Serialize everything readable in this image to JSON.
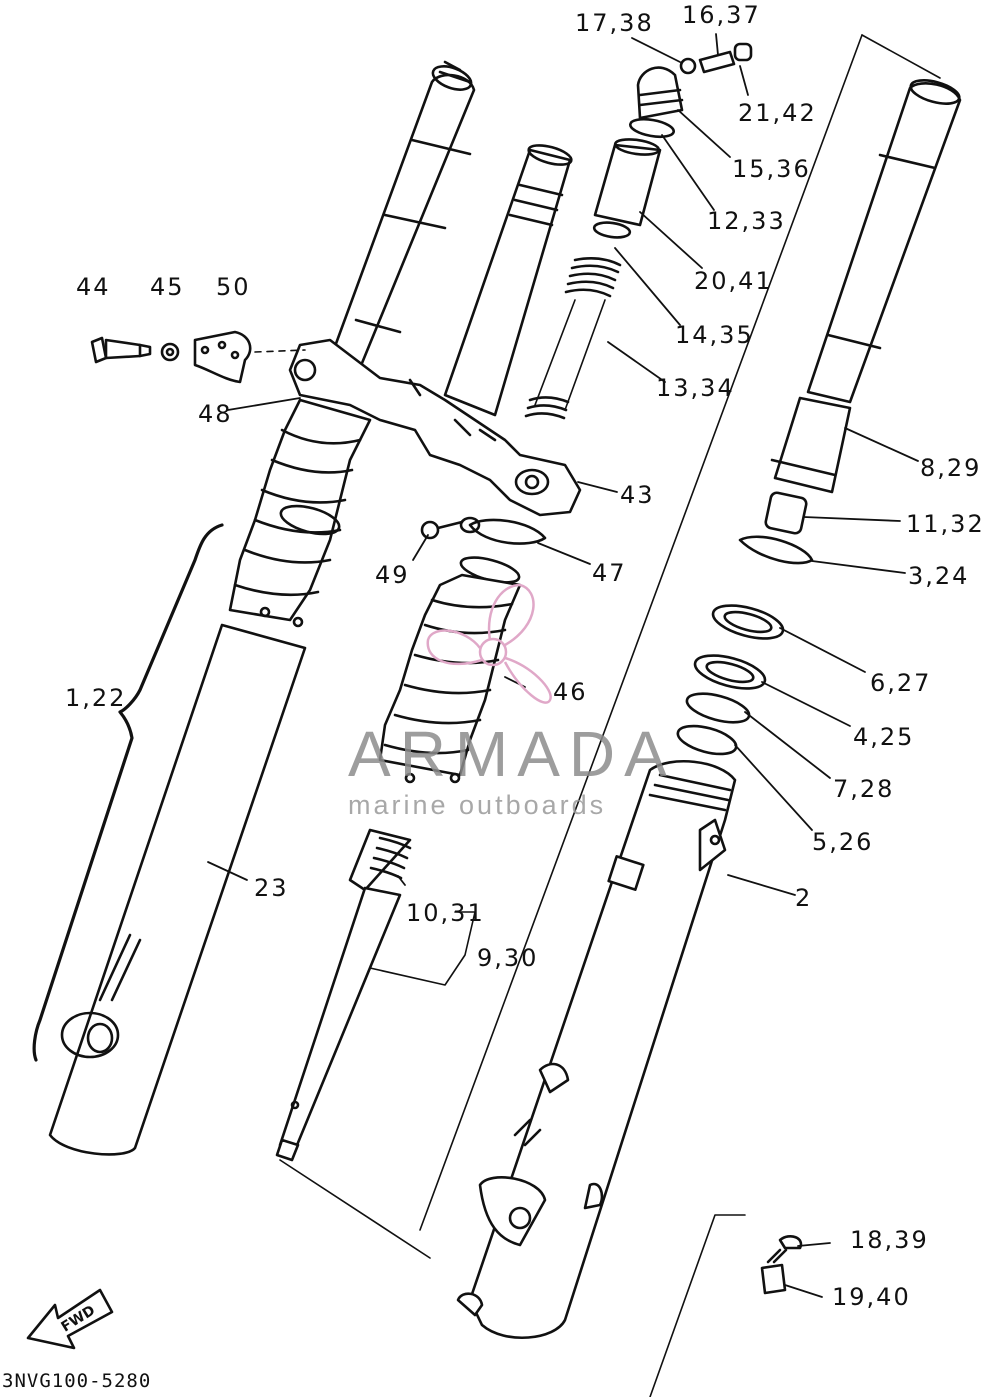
{
  "diagram": {
    "part_labels": {
      "p17_38": "17,38",
      "p16_37": "16,37",
      "p21_42": "21,42",
      "p15_36": "15,36",
      "p12_33": "12,33",
      "p20_41": "20,41",
      "p14_35": "14,35",
      "p13_34": "13,34",
      "p44": "44",
      "p45": "45",
      "p50": "50",
      "p48": "48",
      "p43": "43",
      "p8_29": "8,29",
      "p11_32": "11,32",
      "p3_24": "3,24",
      "p49": "49",
      "p47": "47",
      "p6_27": "6,27",
      "p46": "46",
      "p4_25": "4,25",
      "p1_22": "1,22",
      "p7_28": "7,28",
      "p5_26": "5,26",
      "p2": "2",
      "p23": "23",
      "p10_31": "10,31",
      "p9_30": "9,30",
      "p18_39": "18,39",
      "p19_40": "19,40"
    },
    "fwd_arrow_text": "FWD",
    "diagram_code": "3NVG100-5280"
  },
  "watermark": {
    "brand": "ARMADA",
    "tagline": "marine outboards",
    "color": "#e0a8c8"
  }
}
